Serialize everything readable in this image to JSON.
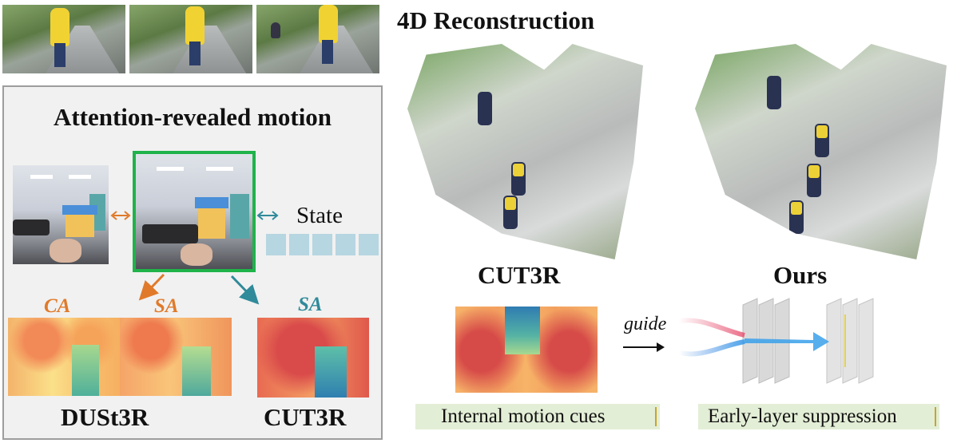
{
  "title": "4D Reconstruction",
  "left_panel": {
    "title": "Attention-revealed motion",
    "state_label": "State",
    "attention_labels": [
      "CA",
      "SA",
      "SA"
    ],
    "models": [
      "DUSt3R",
      "CUT3R"
    ]
  },
  "reconstruction": {
    "methods": [
      "CUT3R",
      "Ours"
    ]
  },
  "bottom": {
    "guide_label": "guide",
    "captions": [
      "Internal motion cues",
      "Early-layer suppression"
    ]
  },
  "colors": {
    "highlight_frame": "#1fb34a",
    "ca_arrow": "#e07a2a",
    "sa_arrow": "#2f8a9a",
    "caption_bg": "#e3eed6",
    "state_cells": "#b6d6e1"
  }
}
